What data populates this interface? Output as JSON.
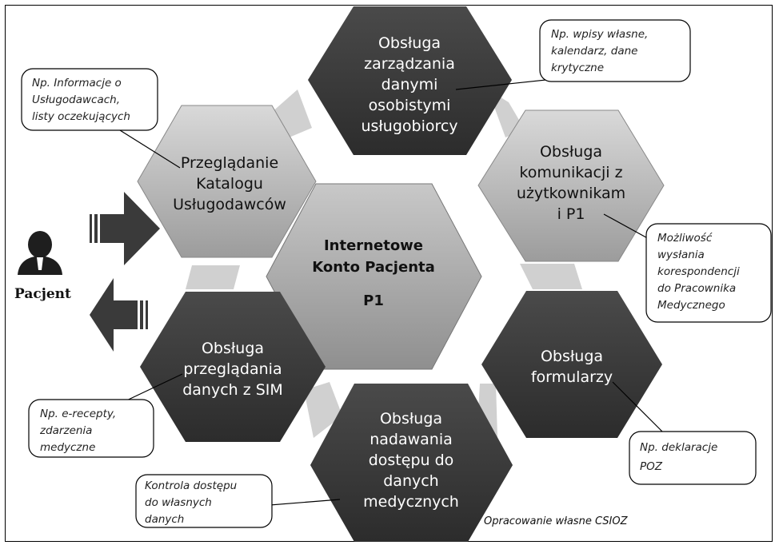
{
  "center": {
    "lines": [
      "Internetowe",
      "Konto Pacjenta",
      "P1"
    ]
  },
  "hexes": {
    "top": [
      "Obsługa",
      "zarządzania",
      "danymi",
      "osobistymi",
      "usługobiorcy"
    ],
    "upper_left": [
      "Przeglądanie",
      "Katalogu",
      "Usługodawców"
    ],
    "upper_right": [
      "Obsługa",
      "komunikacji z",
      "użytkownikam",
      "i P1"
    ],
    "lower_left": [
      "Obsługa",
      "przeglądania",
      "danych z SIM"
    ],
    "lower_right": [
      "Obsługa",
      "formularzy"
    ],
    "bottom": [
      "Obsługa",
      "nadawania",
      "dostępu do",
      "danych",
      "medycznych"
    ]
  },
  "notes": {
    "top_right": [
      "Np. wpisy własne,",
      "kalendarz, dane",
      "krytyczne"
    ],
    "top_left": [
      "Np. Informacje o",
      "Usługodawcach,",
      "listy oczekujących"
    ],
    "right": [
      "Możliwość",
      "wysłania",
      "korespondencji",
      "do Pracownika",
      "Medycznego"
    ],
    "left": [
      "Np. e-recepty,",
      "zdarzenia",
      "medyczne"
    ],
    "bottom_right": [
      "Np. deklaracje",
      "POZ"
    ],
    "bottom_left": [
      "Kontrola dostępu",
      "do własnych",
      "danych"
    ]
  },
  "actor": {
    "label": "Pacjent"
  },
  "credit": "Opracowanie własne CSIOZ",
  "colors": {
    "dark_hex": "#3a3a3a",
    "light_hex": "#b9b9b9",
    "connector": "#cfcfcf"
  }
}
